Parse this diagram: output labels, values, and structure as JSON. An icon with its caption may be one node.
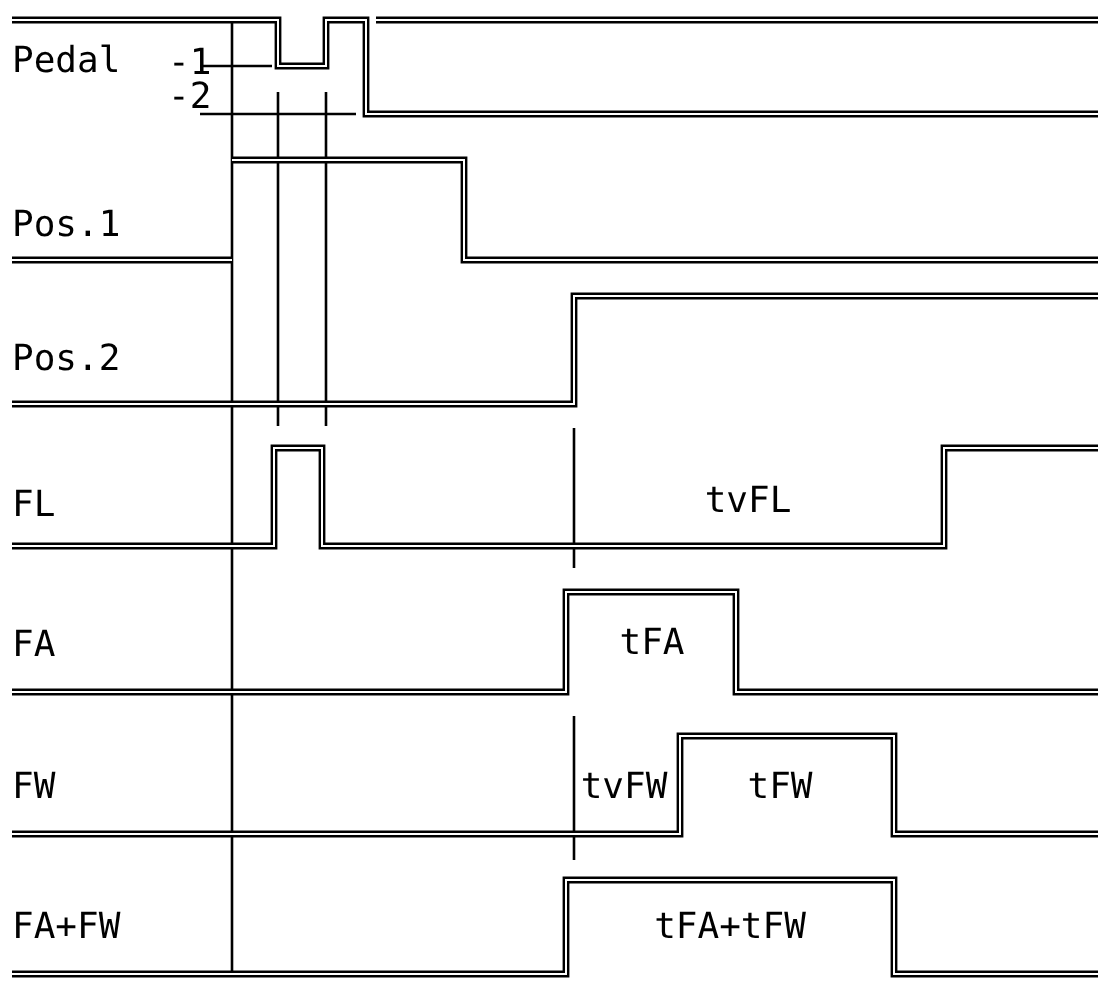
{
  "diagram": {
    "labels": [
      "Pedal",
      "-1",
      "-2",
      "Pos.1",
      "Pos.2",
      "FL",
      "tvFL",
      "FA",
      "tFA",
      "FW",
      "tvFW",
      "tFW",
      "FA+FW",
      "tFA+tFW"
    ]
  }
}
